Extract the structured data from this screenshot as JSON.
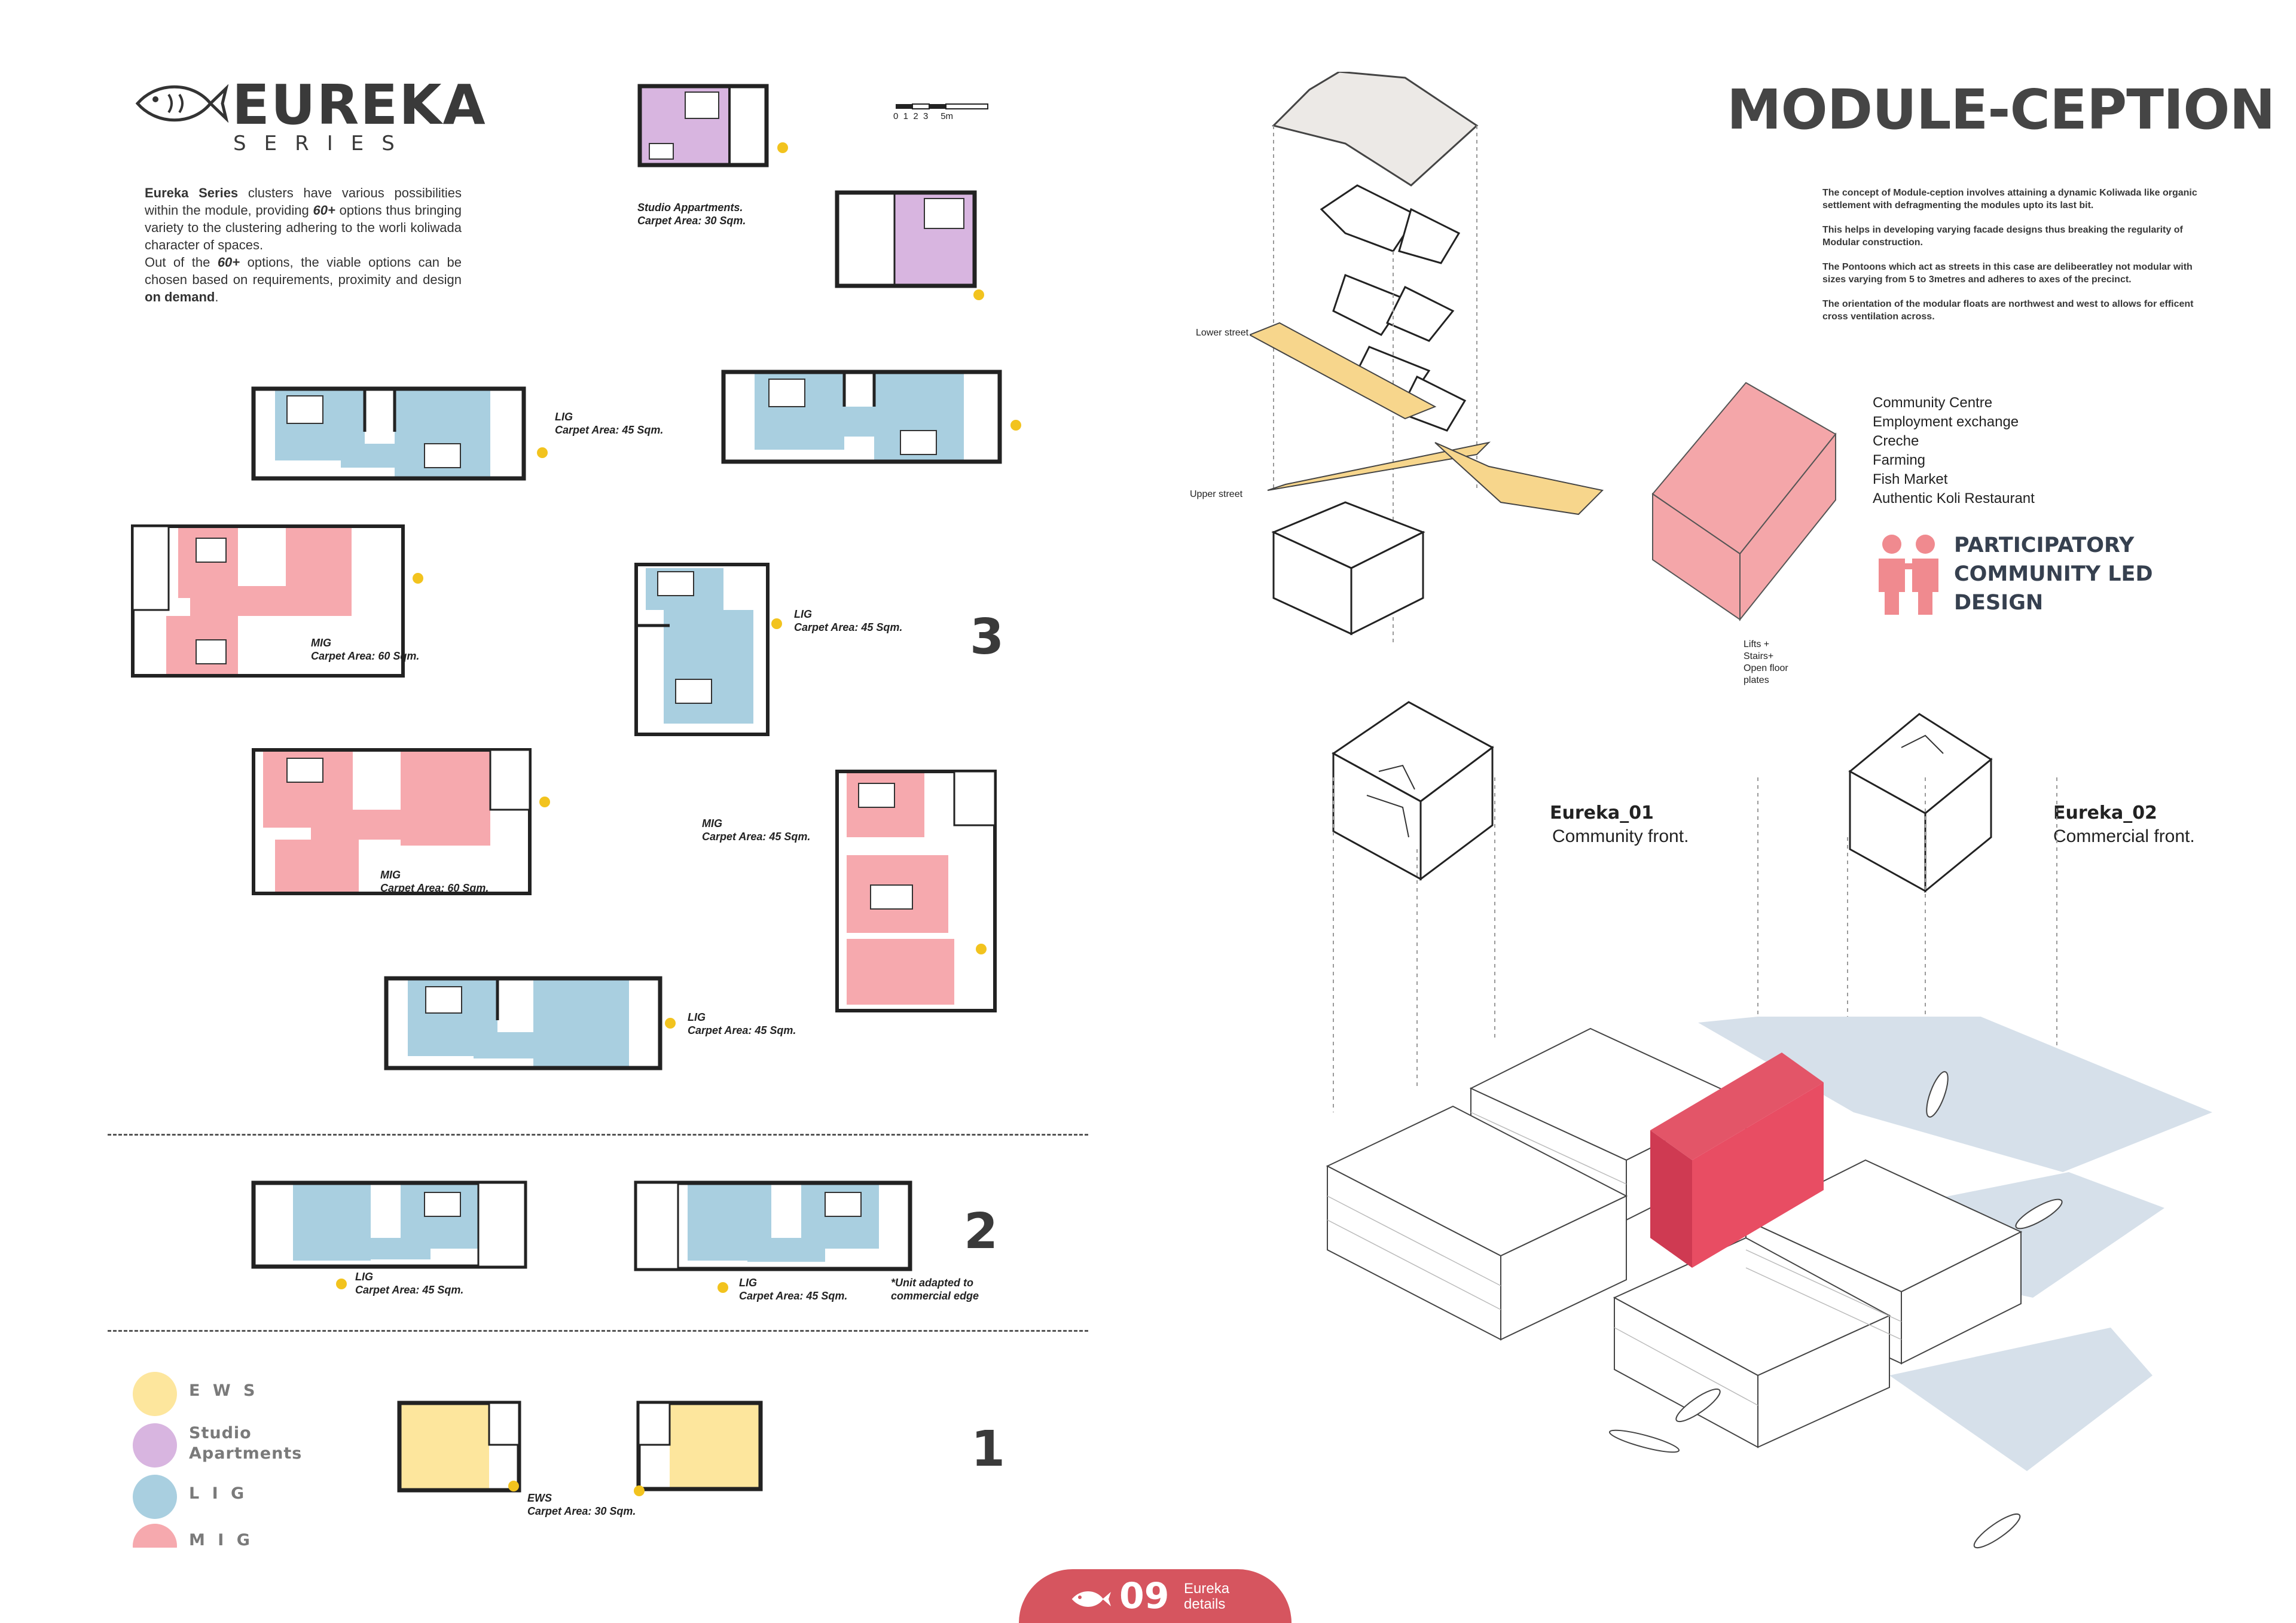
{
  "brand": {
    "name": "EUREKA",
    "sub": "SERIES"
  },
  "intro": {
    "lead": "Eureka Series",
    "t1": " clusters have various possibilities within the module, providing ",
    "count1": "60+",
    "t2": " options thus bringing variety to the clustering adhering to the worli koliwada character of spaces.",
    "t3": "Out of the ",
    "count2": "60+",
    "t4": " options, the viable options can be chosen based on requirements, proximity and design ",
    "tail": "on demand",
    "end": "."
  },
  "scale_label": "0  1  2  3     5m",
  "colors": {
    "ews": "#fde69d",
    "studio": "#d8b5e0",
    "lig": "#a9cfe0",
    "mig": "#f6a9ae",
    "accent": "#d6555f",
    "dot": "#f2c31e"
  },
  "captions": {
    "studio": [
      "Studio Appartments.",
      "Carpet Area: 30 Sqm."
    ],
    "lig1": [
      "LIG",
      "Carpet Area: 45 Sqm."
    ],
    "mig1": [
      "MIG",
      "Carpet Area: 60 Sqm."
    ],
    "lig2": [
      "LIG",
      "Carpet Area: 45 Sqm."
    ],
    "mig2": [
      "MIG",
      "Carpet Area: 60 Sqm."
    ],
    "mig3": [
      "MIG",
      "Carpet Area: 45 Sqm."
    ],
    "lig3": [
      "LIG",
      "Carpet Area: 45 Sqm."
    ],
    "lig4": [
      "LIG",
      "Carpet Area: 45 Sqm."
    ],
    "lig5": [
      "LIG",
      "Carpet Area: 45 Sqm."
    ],
    "note": [
      "*Unit adapted to",
      "commercial edge"
    ],
    "ews": [
      "EWS",
      "Carpet Area: 30 Sqm."
    ]
  },
  "tiers": {
    "three": "3",
    "two": "2",
    "one": "1"
  },
  "legend": [
    {
      "label": "E W S",
      "icon": "ews-dot"
    },
    {
      "label": "Studio Apartments",
      "icon": "studio-dot"
    },
    {
      "label": "L I G",
      "icon": "lig-dot"
    },
    {
      "label": "M I G",
      "icon": "mig-dot"
    }
  ],
  "title": "MODULE-CEPTION",
  "concept": [
    "The concept of Module-ception involves attaining a dynamic Koliwada like organic settlement with defragmenting the modules upto its last bit.",
    "This helps in developing varying facade designs thus breaking the regularity of Modular construction.",
    "The Pontoons which act as streets in this case are delibeeratley not modular with sizes varying from 5 to 3metres and adheres to axes of the precinct.",
    "The orientation of the modular floats are northwest and west to allows for efficent cross ventilation across."
  ],
  "facilities": [
    "Community Centre",
    "Employment exchange",
    "Creche",
    "Farming",
    "Fish Market",
    "Authentic Koli Restaurant"
  ],
  "participatory": [
    "PARTICIPATORY",
    "COMMUNITY LED",
    "DESIGN"
  ],
  "streets": {
    "lower": "Lower street",
    "upper": "Upper street"
  },
  "lifts_note": [
    "Lifts +",
    "Stairs+",
    "Open floor",
    "plates"
  ],
  "eureka01": {
    "name": "Eureka_01",
    "sub": "Community front."
  },
  "eureka02": {
    "name": "Eureka_02",
    "sub": "Commercial front."
  },
  "footer": {
    "page": "09",
    "label": [
      "Eureka",
      "details"
    ]
  }
}
